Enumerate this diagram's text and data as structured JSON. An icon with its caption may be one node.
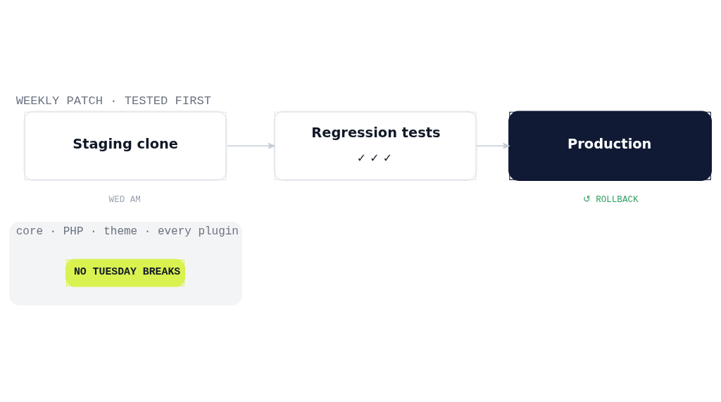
{
  "diagram": {
    "title": "WEEKLY PATCH · TESTED FIRST",
    "nodes": [
      {
        "text": [
          "Staging clone"
        ],
        "beside": [
          "WED AM"
        ]
      },
      {
        "text": [
          "Regression tests",
          "✓ ✓ ✓"
        ]
      },
      {
        "text": [
          "Production"
        ],
        "beside": [
          "↺ ROLLBACK"
        ]
      },
      {
        "text": [
          "core · PHP · theme · every plugin"
        ]
      },
      {
        "text": [
          "NO TUESDAY BREAKS"
        ],
        "in": 3
      }
    ],
    "edges": [
      {
        "from": 0,
        "to": 1,
        "arrow": "to"
      },
      {
        "from": 1,
        "to": 2,
        "arrow": "to"
      }
    ]
  }
}
